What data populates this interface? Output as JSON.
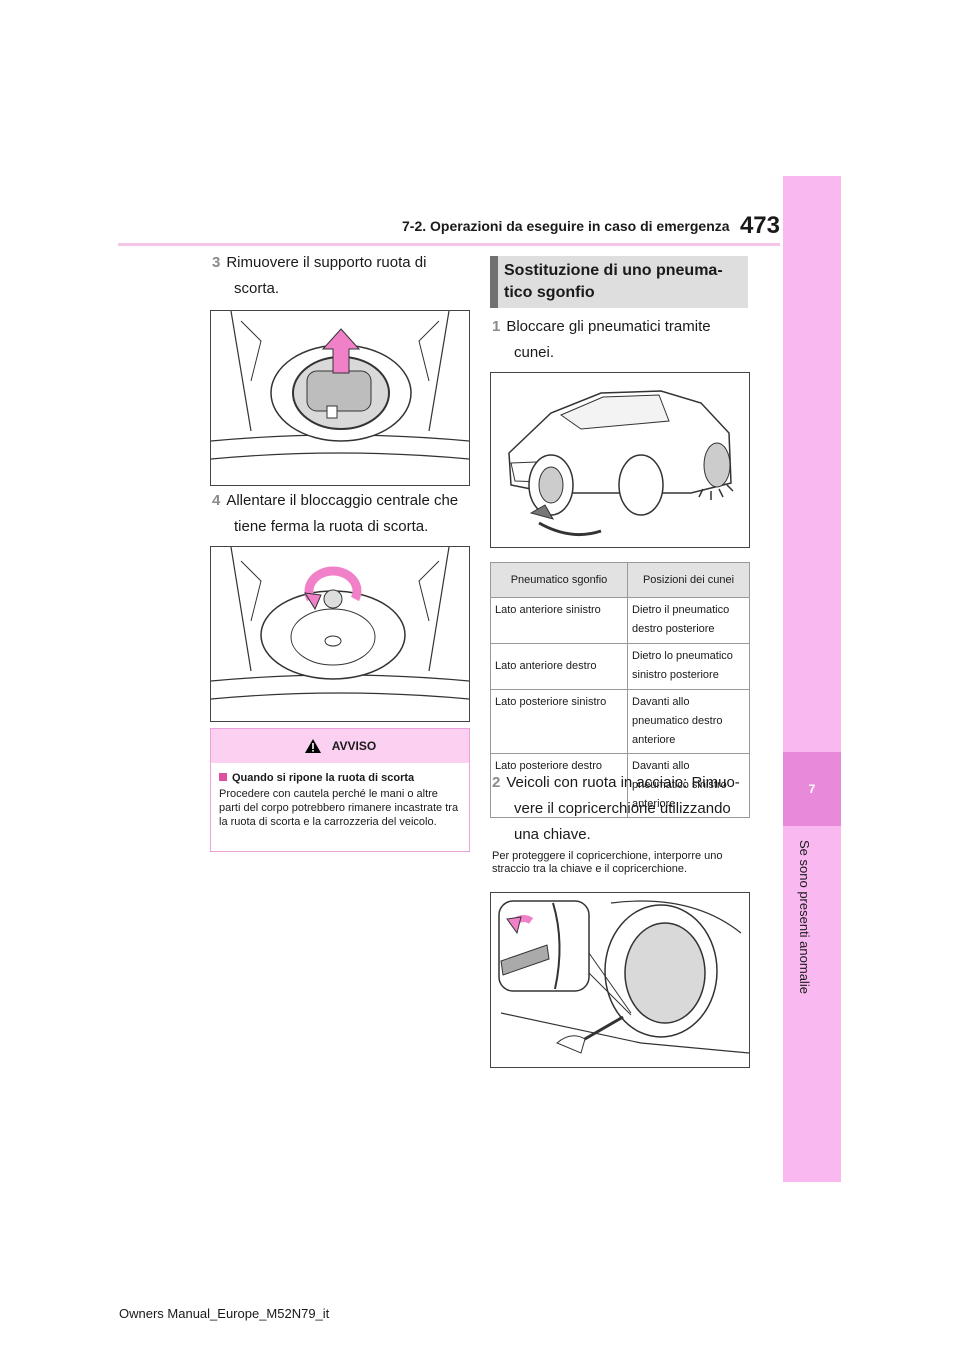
{
  "header": {
    "section": "7-2. Operazioni da eseguire in caso di emergenza",
    "page_number": "473"
  },
  "side_tab": {
    "number": "7",
    "label": "Se sono presenti anomalie"
  },
  "left": {
    "step3": {
      "num": "3",
      "line1": "Rimuovere il supporto ruota di",
      "line2": "scorta."
    },
    "step4": {
      "num": "4",
      "line1": "Allentare il bloccaggio centrale che",
      "line2": "tiene ferma la ruota di scorta."
    },
    "warning": {
      "title": "AVVISO",
      "subtitle": "Quando si ripone la ruota di scorta",
      "body": "Procedere con cautela perché le mani o altre parti del corpo potrebbero rimanere incastrate tra la ruota di scorta e la carrozzeria del veicolo."
    }
  },
  "right": {
    "heading_line1": "Sostituzione di uno pneuma-",
    "heading_line2": "tico sgonfio",
    "step1": {
      "num": "1",
      "line1": "Bloccare gli pneumatici tramite",
      "line2": "cunei."
    },
    "table": {
      "headers": [
        "Pneumatico sgonfio",
        "Posizioni dei cunei"
      ],
      "rows": [
        [
          "Lato anteriore sinistro",
          "Dietro il pneumatico destro posteriore"
        ],
        [
          "Lato anteriore destro",
          "Dietro lo pneumatico sinistro posteriore"
        ],
        [
          "Lato posteriore sinistro",
          "Davanti allo pneumatico destro anteriore"
        ],
        [
          "Lato posteriore destro",
          "Davanti allo pneumatico sinistro anteriore"
        ]
      ]
    },
    "step2": {
      "num": "2",
      "line1": "Veicoli con ruota in acciaio: Rimuo-",
      "line2": "vere il copricerchione utilizzando",
      "line3": "una chiave."
    },
    "note": "Per proteggere il copricerchione, interporre uno straccio tra la chiave e il copricerchione."
  },
  "footer": "Owners Manual_Europe_M52N79_it",
  "colors": {
    "tab": "#fab8f0",
    "tab_dark": "#e88ad9",
    "header_line": "#f6c6e8",
    "warning_head": "#fbd0f0",
    "bullet": "#e0509e"
  }
}
